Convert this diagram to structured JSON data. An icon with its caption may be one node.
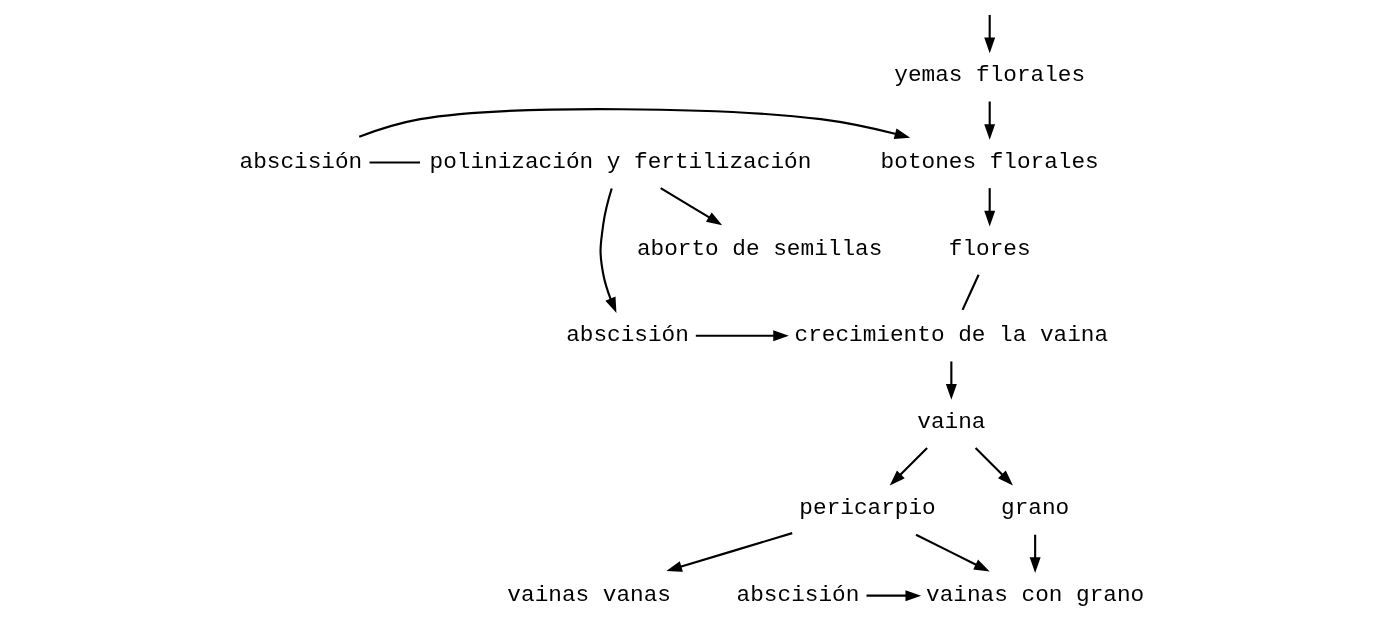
{
  "diagram": {
    "nodes": [
      {
        "text": [
          "yemas florales"
        ]
      },
      {
        "text": [
          "botones florales"
        ]
      },
      {
        "text": [
          "abscisión"
        ]
      },
      {
        "text": [
          "polinización y fertilización"
        ]
      },
      {
        "text": [
          "flores"
        ]
      },
      {
        "text": [
          "aborto de semillas"
        ]
      },
      {
        "text": [
          "crecimiento de la vaina"
        ]
      },
      {
        "text": [
          "abscisión"
        ]
      },
      {
        "text": [
          "vaina"
        ]
      },
      {
        "text": [
          "pericarpio"
        ]
      },
      {
        "text": [
          "grano"
        ]
      },
      {
        "text": [
          "vainas vanas"
        ]
      },
      {
        "text": [
          "vainas con grano"
        ]
      },
      {
        "text": [
          "abscisión"
        ]
      }
    ],
    "edges": [
      {
        "from": null,
        "to": 0,
        "arrow": "to"
      },
      {
        "from": 0,
        "to": 1,
        "arrow": "to"
      },
      {
        "from": 2,
        "to": 1,
        "arrow": "to"
      },
      {
        "from": 2,
        "to": 3,
        "arrow": "none"
      },
      {
        "from": 3,
        "to": 7,
        "arrow": "to"
      },
      {
        "from": 3,
        "to": 5,
        "arrow": "to"
      },
      {
        "from": 1,
        "to": 4,
        "arrow": "to"
      },
      {
        "from": 4,
        "to": 6,
        "arrow": "none"
      },
      {
        "from": 7,
        "to": 6,
        "arrow": "to"
      },
      {
        "from": 6,
        "to": 8,
        "arrow": "to"
      },
      {
        "from": 8,
        "to": 9,
        "arrow": "to"
      },
      {
        "from": 8,
        "to": 10,
        "arrow": "to"
      },
      {
        "from": 9,
        "to": 11,
        "arrow": "to"
      },
      {
        "from": 9,
        "to": 12,
        "arrow": "to"
      },
      {
        "from": 10,
        "to": 12,
        "arrow": "to"
      },
      {
        "from": 13,
        "to": 12,
        "arrow": "to"
      }
    ]
  }
}
